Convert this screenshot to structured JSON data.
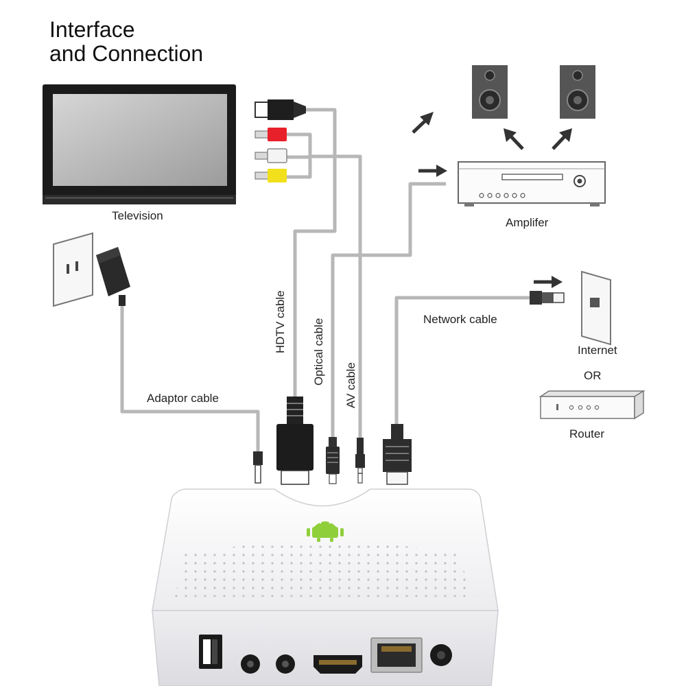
{
  "title_line1": "Interface",
  "title_line2": "and Connection",
  "labels": {
    "television": "Television",
    "amplifier": "Amplifer",
    "internet": "Internet",
    "or": "OR",
    "router": "Router",
    "network_cable": "Network cable",
    "adaptor_cable": "Adaptor cable",
    "hdtv_cable": "HDTV cable",
    "optical_cable": "Optical cable",
    "av_cable": "AV cable"
  },
  "colors": {
    "cable": "#b7b7b7",
    "plug_red": "#e8202a",
    "plug_yellow": "#f2e01c",
    "plug_white": "#f4f4f4",
    "android_green": "#8fcf3a",
    "device_body": "#f3f3f5"
  }
}
